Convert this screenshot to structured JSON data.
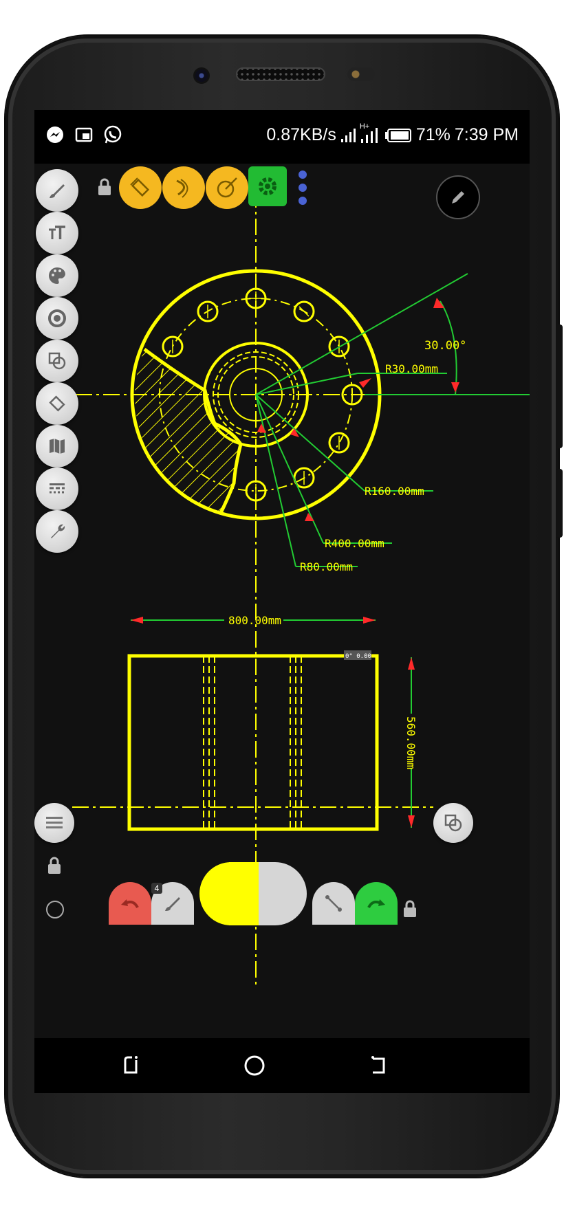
{
  "status_bar": {
    "speed": "0.87KB/s",
    "network_type": "H+",
    "battery_percent": "71%",
    "time": "7:39 PM",
    "left_icons": [
      "messenger-icon",
      "cast-icon",
      "whatsapp-icon"
    ]
  },
  "drawing": {
    "angle_label": "30.00°",
    "radius_small": "R30.00mm",
    "radius_bolt_circle": "R160.00mm",
    "radius_outer": "R400.00mm",
    "radius_hole": "R80.00mm",
    "width_label": "800.00mm",
    "height_label": "560.00mm",
    "corner_readout": "0° 0.00",
    "colors": {
      "drawing": "#ffff00",
      "dimension": "#22cc33",
      "arrow": "#ff2a2a",
      "background": "#111111"
    }
  },
  "left_toolbar": {
    "items": [
      "brush-icon",
      "text-size-icon",
      "palette-icon",
      "color-wheel-icon",
      "shapes-icon",
      "dimension-icon",
      "map-icon",
      "line-style-icon",
      "wrench-icon"
    ]
  },
  "top_toolbar": {
    "items": [
      "linear-dimension-icon",
      "arc-dimension-icon",
      "radius-dimension-icon",
      "settings-icon"
    ],
    "colors": {
      "tool": "#f5b820",
      "settings": "#22bb33"
    }
  },
  "bottom_toolbar": {
    "brush_badge": "4",
    "primary_color": "#ffff00",
    "secondary_color": "#d6d6d6",
    "undo_color": "#e85a50",
    "redo_color": "#2ecc40"
  }
}
